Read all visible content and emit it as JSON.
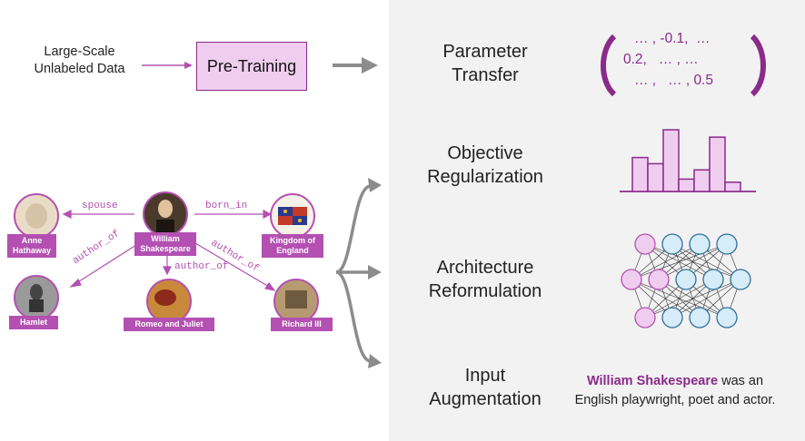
{
  "source": {
    "text_line1": "Large-Scale",
    "text_line2": "Unlabeled Data"
  },
  "pretraining": {
    "label": "Pre-Training"
  },
  "methods": [
    {
      "line1": "Parameter",
      "line2": "Transfer"
    },
    {
      "line1": "Objective",
      "line2": "Regularization"
    },
    {
      "line1": "Architecture",
      "line2": "Reformulation"
    },
    {
      "line1": "Input",
      "line2": "Augmentation"
    }
  ],
  "matrix": {
    "row1": "… , -0.1,  …",
    "row2": "0.2,   … , …",
    "row3": "… ,   … , 0.5"
  },
  "histogram": {
    "values": [
      0.55,
      0.45,
      1.0,
      0.2,
      0.35,
      0.88,
      0.15
    ]
  },
  "knowledge_graph": {
    "nodes": {
      "shakespeare": "William Shakespeare",
      "anne": "Anne Hathaway",
      "england": "Kingdom of England",
      "hamlet": "Hamlet",
      "romeo": "Romeo and Juliet",
      "richard": "Richard III"
    },
    "relations": {
      "spouse": "spouse",
      "born_in": "born_in",
      "author_of_hamlet": "author_of",
      "author_of_romeo": "author_of",
      "author_of_richard": "author_of"
    }
  },
  "input_example": {
    "entity": "William Shakespeare",
    "rest_line1": " was an",
    "line2": "English playwright, poet and actor."
  },
  "colors": {
    "accent": "#8a2a8a",
    "node_fill": "#efcdee",
    "node_stroke": "#b350b1",
    "blue_fill": "#d6ecf8",
    "blue_stroke": "#2f6f9a",
    "arrow": "#8c8c8c",
    "panel": "#f2f2f2"
  }
}
